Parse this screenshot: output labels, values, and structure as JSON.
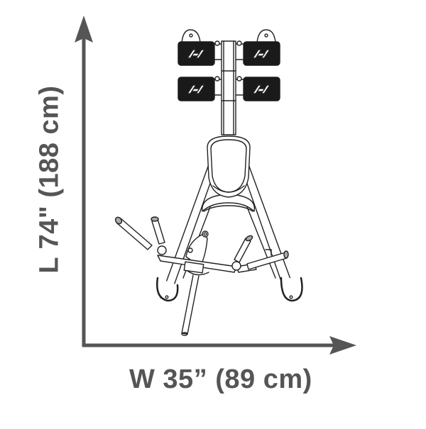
{
  "diagram": {
    "type": "product-dimensions-top-view",
    "subject": "exercise machine (top view)",
    "axis_color": "#555555",
    "line_color": "#222222",
    "dimensions": {
      "length_label": "L 74\" (188 cm)",
      "width_label": "W 35” (89 cm)"
    },
    "components": [
      "weight-horn-plates (4, with logo)",
      "center-beam",
      "seat-pad",
      "frame-arch",
      "left-handle",
      "right-handle",
      "cross-bar",
      "left-wheel",
      "right-wheel",
      "front-stabilizer"
    ]
  }
}
